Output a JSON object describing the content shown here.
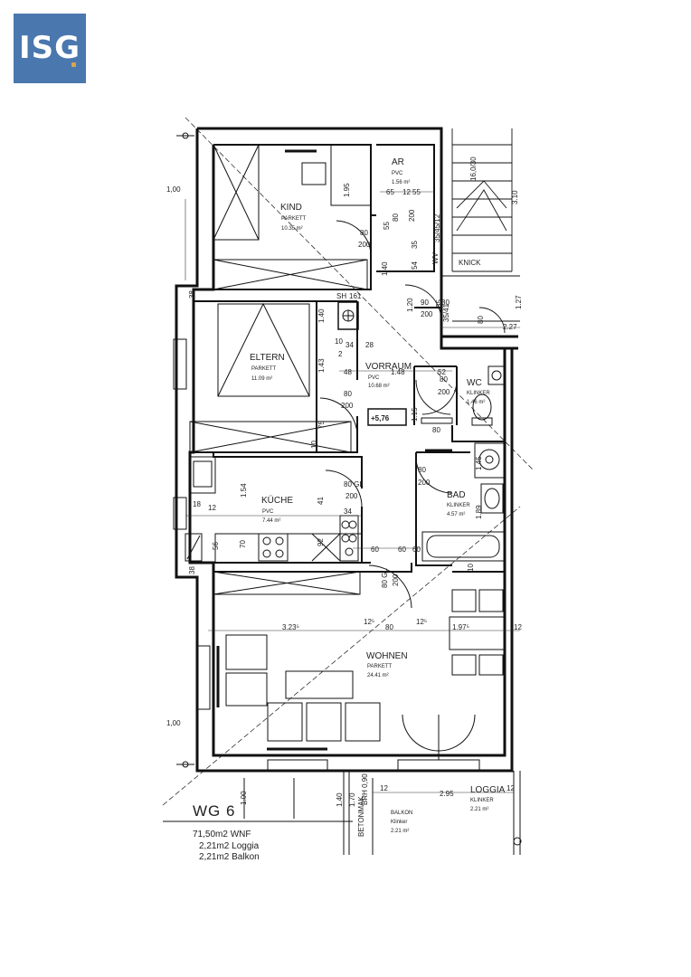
{
  "logo": {
    "text": "ISG",
    "brand_color": "#4a77ae",
    "accent_color": "#d9a54a"
  },
  "plan": {
    "title": "WG 6",
    "areas": [
      "71,50m2  WNF",
      "2,21m2  Loggia",
      "2,21m2  Balkon"
    ],
    "level_marker": "+5,76",
    "rooms": {
      "kind": {
        "name": "KIND",
        "floor": "PARKETT",
        "area": "10.35 m²"
      },
      "ar": {
        "name": "AR",
        "floor": "PVC",
        "area": "1.56 m²"
      },
      "eltern": {
        "name": "ELTERN",
        "floor": "PARKETT",
        "area": "11.09 m²"
      },
      "vorraum": {
        "name": "VORRAUM",
        "floor": "PVC",
        "area": "10.68 m²"
      },
      "wc": {
        "name": "WC",
        "floor": "KLINKER",
        "area": "1.46 m²"
      },
      "kuche": {
        "name": "KÜCHE",
        "floor": "PVC",
        "area": "7.44 m²"
      },
      "bad": {
        "name": "BAD",
        "floor": "KLINKER",
        "area": "4.57 m²"
      },
      "wohnen": {
        "name": "WOHNEN",
        "floor": "PARKETT",
        "area": "24.41 m²"
      },
      "loggia": {
        "name": "LOGGIA",
        "floor": "KLINKER",
        "area": "2.21 m²"
      },
      "balkon": {
        "name": "BALKON",
        "floor": "Klinker",
        "area": "2.21 m²"
      }
    },
    "doors": {
      "kind": [
        "80",
        "200"
      ],
      "ar": [
        "80",
        "200"
      ],
      "eltern": [
        "80",
        "200"
      ],
      "kuche": [
        "80  GL",
        "200"
      ],
      "bad": [
        "80",
        "200"
      ],
      "wc": [
        "80",
        "200"
      ],
      "stair": [
        "90",
        "200"
      ],
      "wohnen": [
        "80 GL",
        "200"
      ]
    },
    "dims": {
      "left_1_00_top": "1,00",
      "left_1_00_bottom": "1,00",
      "kind_195": "1.95",
      "kind_140": "1.40",
      "ar_65": "65",
      "ar_12": "12",
      "ar_55": "55",
      "ar_55b": "55",
      "ar_35": "35",
      "ar_54": "54",
      "wv": "WV",
      "knick": "KNICK",
      "stair": "16,0/30",
      "stair_310": "3.10",
      "stair_227": "2.27",
      "stair_127": "1.27",
      "v120": "1.20",
      "v35_41": "35/41",
      "v35": "35",
      "v35_45": "35/45/12",
      "v_30": "30",
      "v_80_a": "80",
      "v_10": "10",
      "v_28": "28",
      "v_34": "34",
      "v_2": "2",
      "v_148": "1.48",
      "v_143": "1.43",
      "v_48": "48",
      "v_140b": "1.40",
      "v_52": "52",
      "v_115": "1.15",
      "v_75": "75",
      "v_10b": "10",
      "v_38": "38",
      "sh": "SH",
      "v_161": "161",
      "wc_80": "80",
      "bad_145": "1.45",
      "bad_189": "1.89",
      "bad_10": "10",
      "k_154": "1.54",
      "k_18": "18",
      "k_12": "12",
      "k_56": "56",
      "k_70": "70",
      "k_41": "41",
      "k_92": "92",
      "k_34": "34",
      "k_60a": "60",
      "k_60b": "60",
      "k_60c": "60",
      "k_38": "38",
      "w_323": "3.23⁵",
      "w_125": "12⁵",
      "w_80": "80",
      "w_125b": "12⁵",
      "w_197": "1.97⁵",
      "w_12": "12",
      "b_12": "12",
      "b_295": "2.95",
      "b_12b": "12",
      "b_100": "1.00",
      "b_140": "1.40",
      "b_170": "1.70",
      "b_brh": "BRH 0,90",
      "b_beton": "BETONMAK"
    }
  }
}
